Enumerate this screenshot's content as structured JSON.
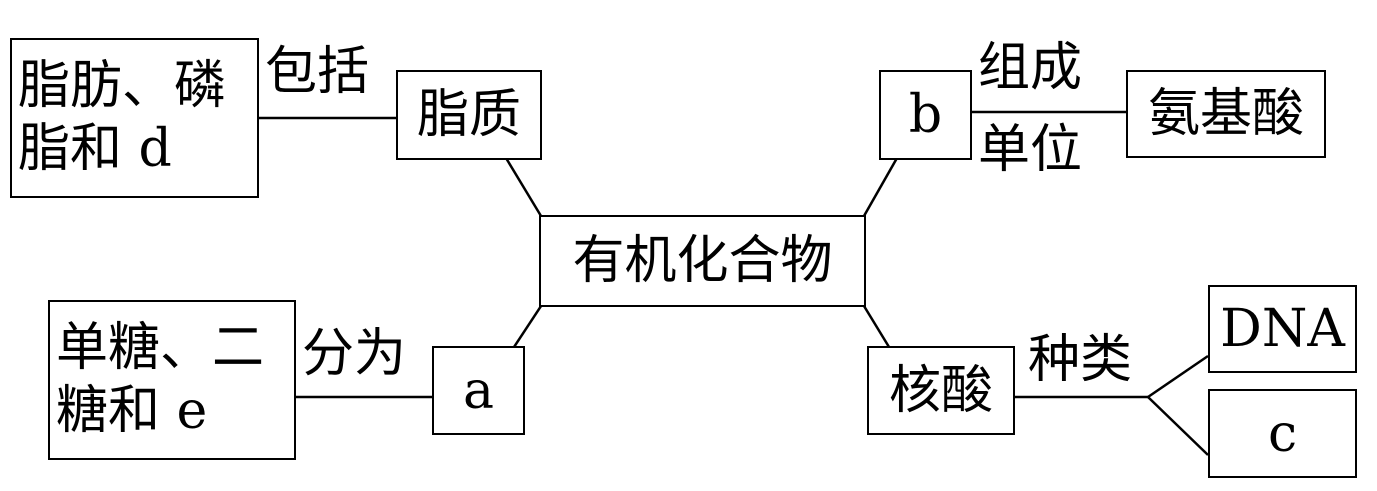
{
  "diagram": {
    "center": "有机化合物",
    "lipid": "脂质",
    "lipid_relation": "包括",
    "lipid_members": [
      "脂肪、磷",
      "脂和 d"
    ],
    "b": "b",
    "b_relation_top": "组成",
    "b_relation_bottom": "单位",
    "amino_acid": "氨基酸",
    "a": "a",
    "a_relation": "分为",
    "a_members": [
      "单糖、二",
      "糖和 e"
    ],
    "nucleic_acid": "核酸",
    "nucleic_relation": "种类",
    "dna": "DNA",
    "c": "c"
  }
}
